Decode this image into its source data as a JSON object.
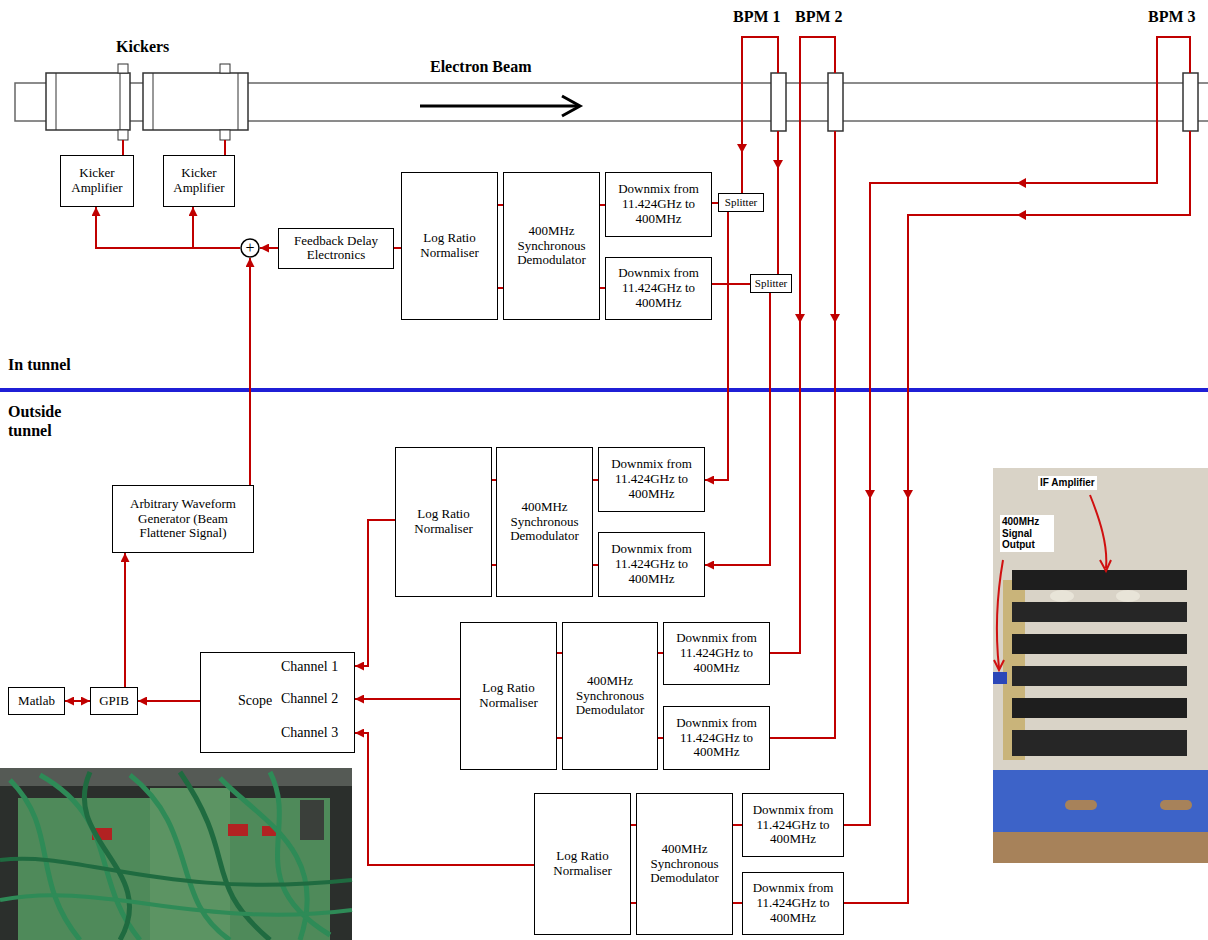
{
  "diagram": {
    "nodes": [
      {
        "text": [
          "Kicker Amplifier"
        ]
      },
      {
        "text": [
          "Kicker Amplifier"
        ]
      },
      {
        "text": [
          "+"
        ]
      },
      {
        "text": [
          "Feedback Delay Electronics"
        ]
      },
      {
        "text": [
          "Log Ratio Normaliser"
        ]
      },
      {
        "text": [
          "400MHz Synchronous Demodulator"
        ]
      },
      {
        "text": [
          "Downmix from 11.424GHz to 400MHz"
        ]
      },
      {
        "text": [
          "Splitter"
        ]
      },
      {
        "text": [
          "Downmix from 11.424GHz to 400MHz"
        ]
      },
      {
        "text": [
          "Splitter"
        ]
      },
      {
        "text": [
          "Arbitrary Waveform Generator (Beam Flattener Signal)"
        ]
      },
      {
        "text": [
          "Log Ratio Normaliser"
        ]
      },
      {
        "text": [
          "400MHz Synchronous Demodulator"
        ]
      },
      {
        "text": [
          "Downmix from 11.424GHz to 400MHz"
        ]
      },
      {
        "text": [
          "Downmix from 11.424GHz to 400MHz"
        ]
      },
      {
        "text": [
          "Log Ratio Normaliser"
        ]
      },
      {
        "text": [
          "400MHz Synchronous Demodulator"
        ]
      },
      {
        "text": [
          "Downmix from 11.424GHz to 400MHz"
        ]
      },
      {
        "text": [
          "Downmix from 11.424GHz to 400MHz"
        ]
      },
      {
        "text": [
          "Matlab"
        ]
      },
      {
        "text": [
          "GPIB"
        ]
      },
      {
        "text": [
          "Scope",
          "Channel 1",
          "Channel 2",
          "Channel 3"
        ]
      },
      {
        "text": [
          "Log Ratio Normaliser"
        ]
      },
      {
        "text": [
          "400MHz Synchronous Demodulator"
        ]
      },
      {
        "text": [
          "Downmix from 11.424GHz to 400MHz"
        ]
      },
      {
        "text": [
          "Downmix from 11.424GHz to 400MHz"
        ]
      }
    ],
    "edges": [
      {
        "from": 2,
        "to": 0,
        "arrow": "to"
      },
      {
        "from": 2,
        "to": 1,
        "arrow": "to"
      },
      {
        "from": 3,
        "to": 2,
        "arrow": "to"
      },
      {
        "from": 4,
        "to": 3,
        "arrow": "none"
      },
      {
        "from": 5,
        "to": 4,
        "arrow": "none"
      },
      {
        "from": 5,
        "to": 4,
        "arrow": "none"
      },
      {
        "from": 6,
        "to": 5,
        "arrow": "none"
      },
      {
        "from": 8,
        "to": 5,
        "arrow": "none"
      },
      {
        "from": 7,
        "to": 6,
        "arrow": "none"
      },
      {
        "from": 9,
        "to": 8,
        "arrow": "none"
      },
      {
        "from": 7,
        "to": 13,
        "arrow": "to"
      },
      {
        "from": 9,
        "to": 14,
        "arrow": "to"
      },
      {
        "from": 13,
        "to": 12,
        "arrow": "none"
      },
      {
        "from": 14,
        "to": 12,
        "arrow": "none"
      },
      {
        "from": 12,
        "to": 11,
        "arrow": "none"
      },
      {
        "from": 12,
        "to": 11,
        "arrow": "none"
      },
      {
        "from": 17,
        "to": 16,
        "arrow": "none"
      },
      {
        "from": 18,
        "to": 16,
        "arrow": "none"
      },
      {
        "from": 16,
        "to": 15,
        "arrow": "none"
      },
      {
        "from": 16,
        "to": 15,
        "arrow": "none"
      },
      {
        "from": 24,
        "to": 23,
        "arrow": "none"
      },
      {
        "from": 25,
        "to": 23,
        "arrow": "none"
      },
      {
        "from": 23,
        "to": 22,
        "arrow": "none"
      },
      {
        "from": 23,
        "to": 22,
        "arrow": "none"
      },
      {
        "from": 11,
        "to": 21,
        "arrow": "to"
      },
      {
        "from": 15,
        "to": 21,
        "arrow": "to"
      },
      {
        "from": 22,
        "to": 21,
        "arrow": "to"
      },
      {
        "from": 21,
        "to": 20,
        "arrow": "to"
      },
      {
        "from": 20,
        "to": 19,
        "arrow": "both"
      },
      {
        "from": 20,
        "to": 10,
        "arrow": "to"
      },
      {
        "from": 10,
        "to": 2,
        "arrow": "to"
      }
    ],
    "labels": [
      "Kickers",
      "Electron Beam",
      "BPM 1",
      "BPM 2",
      "BPM 3",
      "In tunnel",
      "Outside tunnel",
      "IF Amplifier",
      "400MHz Signal Output"
    ]
  }
}
